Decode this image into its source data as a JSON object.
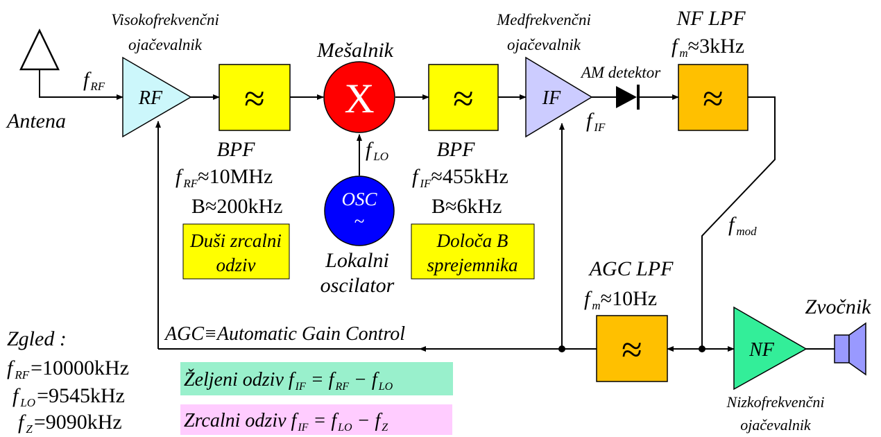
{
  "colors": {
    "rf_amp": "#ccf7fb",
    "yellow": "#ffff00",
    "orange": "#ffc000",
    "mixer": "#ff0000",
    "osc": "#0000ff",
    "if_amp": "#ccccff",
    "nf_amp": "#33ee99",
    "speaker": "#9999ff",
    "desired_bg": "#99f0cc",
    "image_bg": "#ffccff"
  },
  "antenna": {
    "label": "Antena",
    "signal": "f",
    "signal_sub": "RF"
  },
  "rf_amp": {
    "title_line1": "Visokofrekvenčni",
    "title_line2": "ojačevalnik",
    "symbol": "RF"
  },
  "bpf1": {
    "symbol": "≈",
    "name": "BPF",
    "freq_f": "f",
    "freq_sub": "RF",
    "freq_val": "≈10MHz",
    "bw": "B≈200kHz",
    "note_line1": "Duši zrcalni",
    "note_line2": "odziv"
  },
  "mixer": {
    "title": "Mešalnik",
    "symbol": "X",
    "lo_f": "f",
    "lo_sub": "LO"
  },
  "osc": {
    "line1": "OSC",
    "line2": "~",
    "label_line1": "Lokalni",
    "label_line2": "oscilator"
  },
  "bpf2": {
    "symbol": "≈",
    "name": "BPF",
    "freq_f": "f",
    "freq_sub": "IF",
    "freq_val": "≈455kHz",
    "bw": "B≈6kHz",
    "note_line1": "Določa B",
    "note_line2": "sprejemnika"
  },
  "if_amp": {
    "title_line1": "Medfrekvenčni",
    "title_line2": "ojačevalnik",
    "symbol": "IF",
    "out_f": "f",
    "out_sub": "IF"
  },
  "detector": {
    "label": "AM detektor"
  },
  "nf_lpf": {
    "title": "NF LPF",
    "freq_f": "f",
    "freq_sub": "m",
    "freq_val": "≈3kHz",
    "symbol": "≈"
  },
  "mod": {
    "f": "f",
    "sub": "mod"
  },
  "agc_lpf": {
    "title": "AGC LPF",
    "freq_f": "f",
    "freq_sub": "m",
    "freq_val": "≈10Hz",
    "symbol": "≈"
  },
  "agc": {
    "label": "AGC≡Automatic Gain Control"
  },
  "nf_amp": {
    "symbol": "NF",
    "title_line1": "Nizkofrekvenčni",
    "title_line2": "ojačevalnik"
  },
  "speaker": {
    "label": "Zvočnik"
  },
  "example": {
    "title": "Zgled :",
    "rows": [
      {
        "f": "f",
        "sub": "RF",
        "val": "=10000kHz"
      },
      {
        "f": "f",
        "sub": "LO",
        "val": "=9545kHz"
      },
      {
        "f": "f",
        "sub": "Z",
        "val": "=9090kHz"
      }
    ]
  },
  "responses": {
    "desired": {
      "text": "Željeni odziv f",
      "s1": "IF",
      "eq": " = f",
      "s2": "RF",
      "minus": " − f",
      "s3": "LO"
    },
    "image": {
      "text": "Zrcalni odziv f",
      "s1": "IF",
      "eq": " = f",
      "s2": "LO",
      "minus": " − f",
      "s3": "Z"
    }
  }
}
